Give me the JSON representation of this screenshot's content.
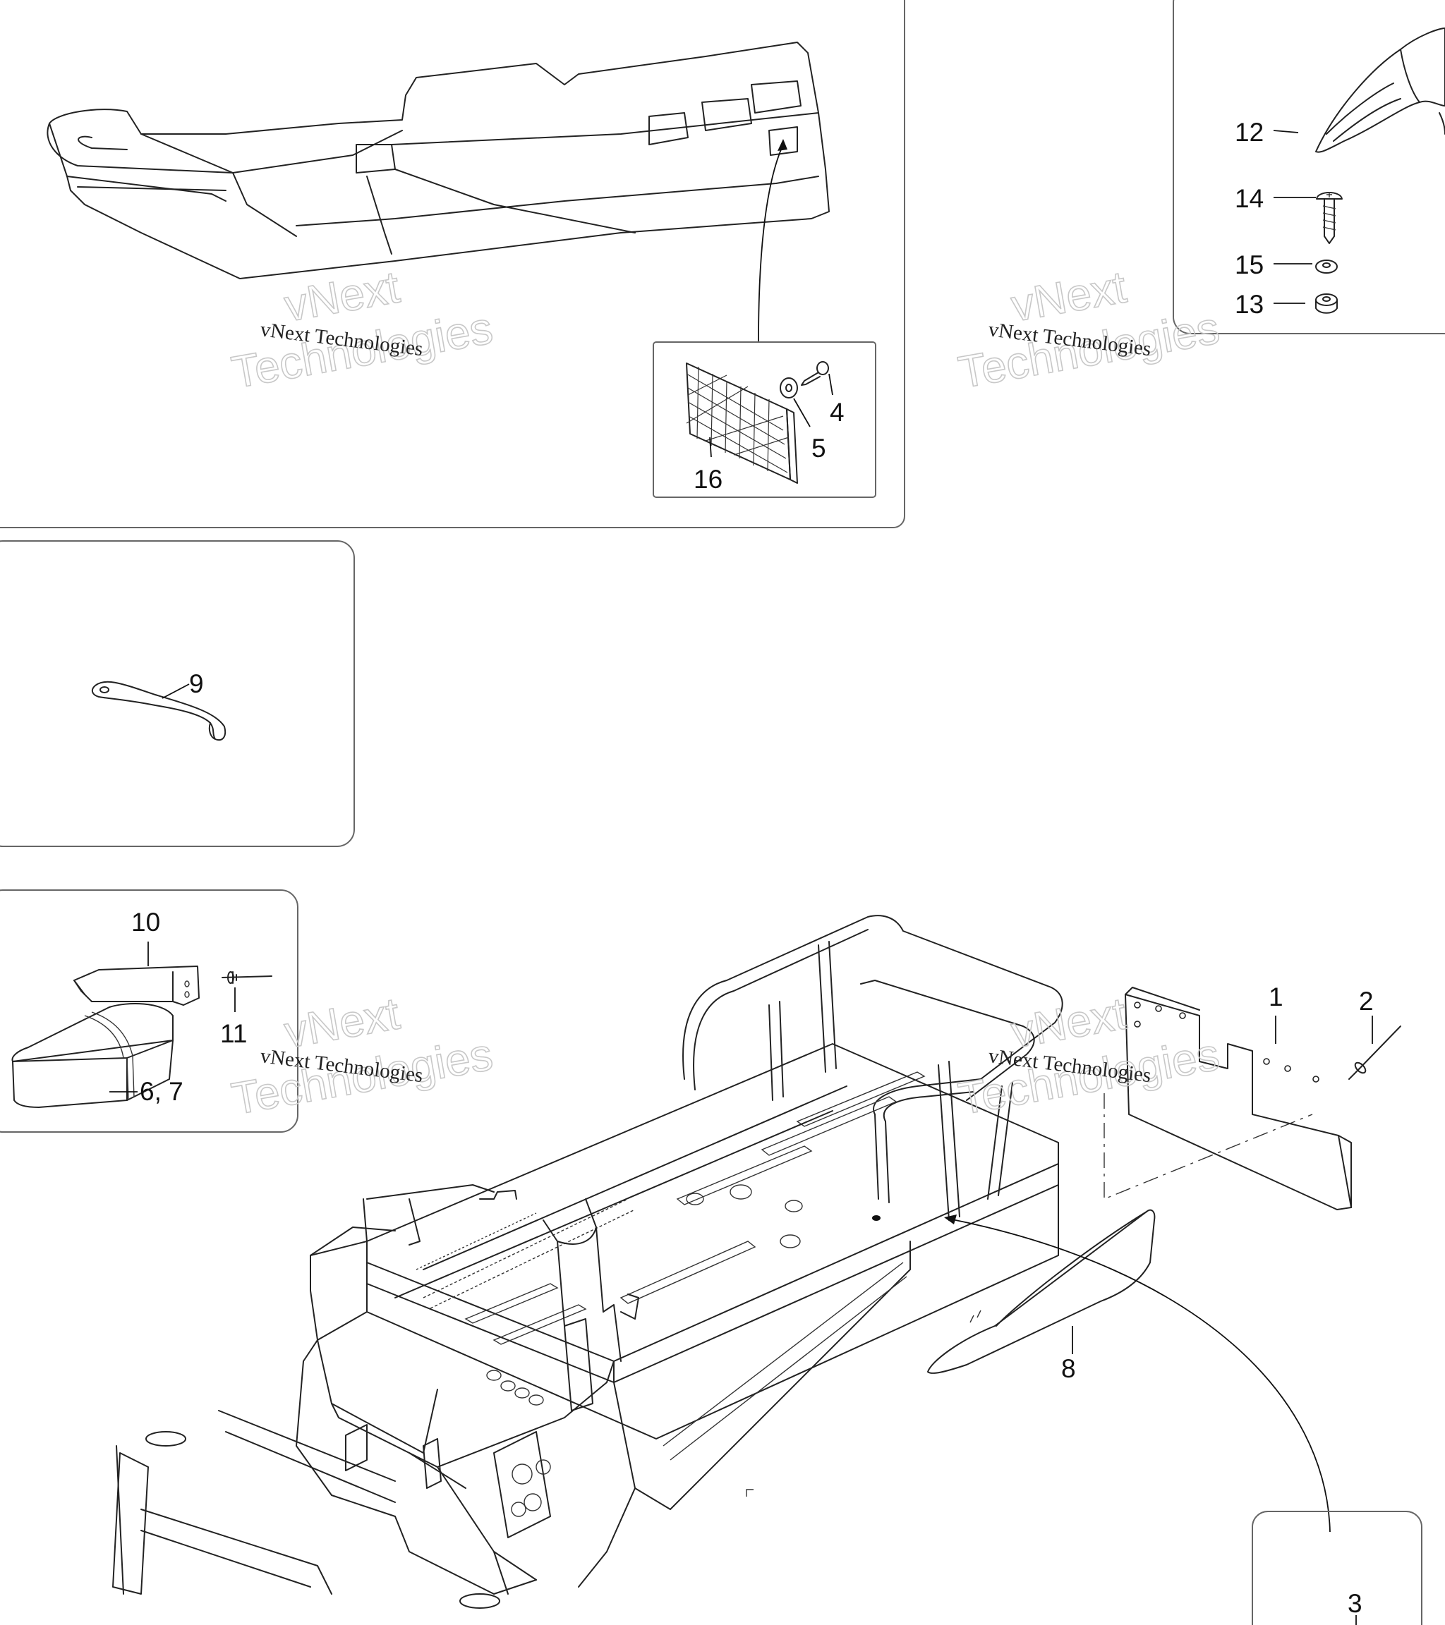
{
  "callouts": {
    "n1": "1",
    "n2": "2",
    "n3": "3",
    "n4": "4",
    "n5": "5",
    "n6_7": "6, 7",
    "n8": "8",
    "n9": "9",
    "n10": "10",
    "n11": "11",
    "n12": "12",
    "n13": "13",
    "n14": "14",
    "n15": "15",
    "n16": "16"
  },
  "watermark": {
    "brand": "vNext",
    "company": "vNext Technologies",
    "company_line2": "Technologies"
  },
  "colors": {
    "line": "#222222",
    "panel_border": "#666666",
    "watermark": "#c8c8c8"
  }
}
